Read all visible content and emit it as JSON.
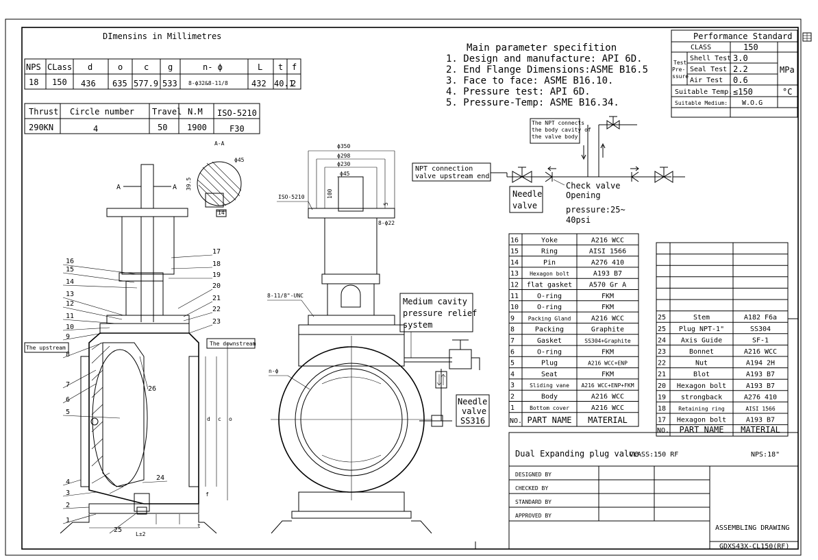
{
  "dims": {
    "title": "DImensins in Millimetres",
    "headers": [
      "NPS",
      "CLass",
      "d",
      "o",
      "c",
      "g",
      "n- ϕ",
      "L",
      "t",
      "f"
    ],
    "values": [
      "18",
      "150",
      "436",
      "635",
      "577.9",
      "533",
      "8-ϕ32&8-11/8",
      "432",
      "40.1",
      "2"
    ]
  },
  "thrust": {
    "headers": [
      "Thrust",
      "Circle number",
      "Travel",
      "N.M",
      "ISO-5210"
    ],
    "values": [
      "290KN",
      "4",
      "50",
      "1900",
      "F30"
    ]
  },
  "spec": {
    "title": "Main parameter specifition",
    "lines": [
      "1. Design and manufacture: API 6D.",
      "2. End Flange Dimensions:ASME B16.5",
      "3. Face to face: ASME B16.10.",
      "4. Pressure test: API 6D.",
      "5. Pressure-Temp: ASME B16.34."
    ]
  },
  "perf": {
    "title": "Performance Standard",
    "class_label": "CLASS",
    "class_value": "150",
    "test_label": [
      "Test",
      "Pre-",
      "ssure"
    ],
    "rows": [
      {
        "name": "Shell Test",
        "value": "3.0"
      },
      {
        "name": "Seal Test",
        "value": "2.2"
      },
      {
        "name": "Air Test",
        "value": "0.6"
      }
    ],
    "unit": "MPa",
    "temp_label": "Suitable Temp.",
    "temp_value": "≤150",
    "temp_unit": "°C",
    "medium_label": "Suitable Medium:",
    "medium_value": "W.O.G"
  },
  "notes": {
    "npt_body": [
      "The NPT connects",
      "the body cavity of",
      "the valve body"
    ],
    "npt_upstream": [
      "NPT connection",
      "valve upstream end"
    ],
    "needle_valve": [
      "Needle",
      "valve"
    ],
    "check_valve": [
      "Check valve",
      "Opening",
      "pressure:25~",
      "40psi"
    ],
    "relief": [
      "Medium cavity",
      "pressure relief",
      "system"
    ],
    "needle_valve_ss": [
      "Needle",
      "valve",
      "SS316"
    ],
    "upstream": "The upstream",
    "downstream": "The downstream",
    "section": "A-A",
    "iso": "ISO-5210",
    "unc": "8-11/8\"-UNC",
    "nphi": "n-ϕ",
    "holes": "8-ϕ22",
    "shaft_phi": "ϕ45",
    "dim_350": "ϕ350",
    "dim_298": "ϕ298",
    "dim_230": "ϕ230",
    "dim_45": "ϕ45",
    "dim_100": "100",
    "dim_5": "5",
    "dim_395": "39.5",
    "dim_14": "14",
    "dim_l": "L±2",
    "dim_f": "f",
    "dim_t": "t",
    "sec_a": "A",
    "dim_d": "d",
    "dim_c": "c",
    "dim_o": "o"
  },
  "callouts": [
    "16",
    "15",
    "14",
    "13",
    "12",
    "11",
    "10",
    "9",
    "8",
    "7",
    "6",
    "5",
    "4",
    "3",
    "2",
    "1",
    "17",
    "18",
    "19",
    "20",
    "21",
    "22",
    "23",
    "24",
    "25",
    "26"
  ],
  "parts_left": [
    {
      "no": "16",
      "name": "Yoke",
      "mat": "A216 WCC"
    },
    {
      "no": "15",
      "name": "Ring",
      "mat": "AISI 1566"
    },
    {
      "no": "14",
      "name": "Pin",
      "mat": "A276 410"
    },
    {
      "no": "13",
      "name": "Hexagon bolt",
      "mat": "A193 B7"
    },
    {
      "no": "12",
      "name": "flat gasket",
      "mat": "A570 Gr A"
    },
    {
      "no": "11",
      "name": "O-ring",
      "mat": "FKM"
    },
    {
      "no": "10",
      "name": "O-ring",
      "mat": "FKM"
    },
    {
      "no": "9",
      "name": "Packing Gland",
      "mat": "A216 WCC"
    },
    {
      "no": "8",
      "name": "Packing",
      "mat": "Graphite"
    },
    {
      "no": "7",
      "name": "Gasket",
      "mat": "SS304+Graphite"
    },
    {
      "no": "6",
      "name": "O-ring",
      "mat": "FKM"
    },
    {
      "no": "5",
      "name": "Plug",
      "mat": "A216 WCC+ENP"
    },
    {
      "no": "4",
      "name": "Seat",
      "mat": "FKM"
    },
    {
      "no": "3",
      "name": "Sliding vane",
      "mat": "A216 WCC+ENP+FKM"
    },
    {
      "no": "2",
      "name": "Body",
      "mat": "A216 WCC"
    },
    {
      "no": "1",
      "name": "Bottom cover",
      "mat": "A216 WCC"
    }
  ],
  "parts_right": [
    {
      "no": "25",
      "name": "Stem",
      "mat": "A182 F6a"
    },
    {
      "no": "25",
      "name": "Plug NPT-1\"",
      "mat": "SS304"
    },
    {
      "no": "24",
      "name": "Axis Guide",
      "mat": "SF-1"
    },
    {
      "no": "23",
      "name": "Bonnet",
      "mat": "A216 WCC"
    },
    {
      "no": "22",
      "name": "Nut",
      "mat": "A194 2H"
    },
    {
      "no": "21",
      "name": "Blot",
      "mat": "A193 B7"
    },
    {
      "no": "20",
      "name": "Hexagon bolt",
      "mat": "A193 B7"
    },
    {
      "no": "19",
      "name": "strongback",
      "mat": "A276 410"
    },
    {
      "no": "18",
      "name": "Retaining ring",
      "mat": "AISI 1566"
    },
    {
      "no": "17",
      "name": "Hexagon bolt",
      "mat": "A193 B7"
    }
  ],
  "parts_header": {
    "no": "NO.",
    "name": "PART NAME",
    "mat": "MATERIAL"
  },
  "titleblock": {
    "title": "Dual Expanding plug valve",
    "class": "CLASS:150 RF",
    "nps": "NPS:18\"",
    "rows": [
      "DESIGNED BY",
      "CHECKED BY",
      "STANDARD BY",
      "APPROVED BY"
    ],
    "drawing": "ASSEMBLING DRAWING",
    "code": "GDXS43X-CL150(RF)"
  },
  "corner_icon": "table-icon"
}
